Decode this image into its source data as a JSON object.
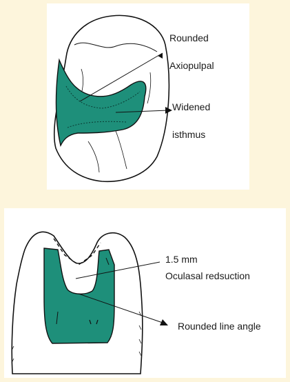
{
  "top_figure": {
    "label_rounded": "Rounded",
    "label_axiopulpal": "Axiopulpal",
    "label_widened": "Widened",
    "label_isthmus": "isthmus"
  },
  "bottom_figure": {
    "label_reduction_1": "1.5 mm",
    "label_reduction_2": "Oculasal redsuction",
    "label_line_angle": "Rounded line angle"
  },
  "colors": {
    "prep_fill": "#1e8f7a",
    "outline": "#111111",
    "background": "#fdf5dc"
  }
}
